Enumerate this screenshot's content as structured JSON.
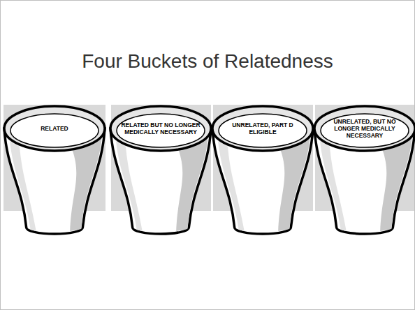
{
  "diagram": {
    "title": "Four Buckets of Relatedness",
    "nodes": [
      {
        "text": [
          "RELATED"
        ]
      },
      {
        "text": [
          "RELATED BUT NO LONGER MEDICALLY NECESSARY"
        ]
      },
      {
        "text": [
          "UNRELATED, PART D ELIGIBLE"
        ]
      },
      {
        "text": [
          "UNRELATED, BUT NO LONGER MEDICALLY NECESSARY"
        ]
      }
    ]
  }
}
